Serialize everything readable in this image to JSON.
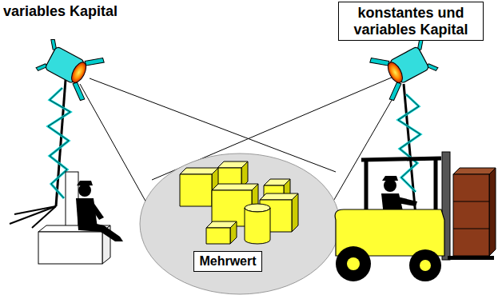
{
  "diagram": {
    "nodes": [
      {
        "text": [
          "konstantes und variables Kapital"
        ]
      },
      {
        "text": [
          "Mehrwert"
        ]
      }
    ],
    "labels": [
      "variables Kapital"
    ]
  }
}
